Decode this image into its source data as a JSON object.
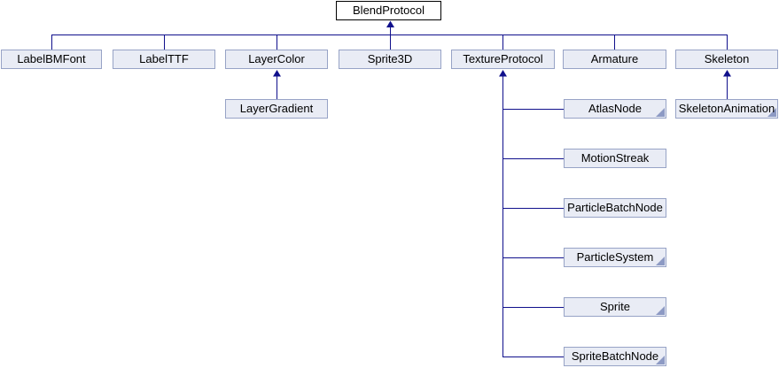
{
  "diagram": {
    "type": "class-inheritance-diagram",
    "nodes": {
      "blendProtocol": {
        "label": "BlendProtocol",
        "is_root": true,
        "has_subclasses_marker": false
      },
      "labelBMFont": {
        "label": "LabelBMFont",
        "is_root": false,
        "has_subclasses_marker": false
      },
      "labelTTF": {
        "label": "LabelTTF",
        "is_root": false,
        "has_subclasses_marker": false
      },
      "layerColor": {
        "label": "LayerColor",
        "is_root": false,
        "has_subclasses_marker": false
      },
      "sprite3D": {
        "label": "Sprite3D",
        "is_root": false,
        "has_subclasses_marker": false
      },
      "textureProtocol": {
        "label": "TextureProtocol",
        "is_root": false,
        "has_subclasses_marker": false
      },
      "armature": {
        "label": "Armature",
        "is_root": false,
        "has_subclasses_marker": false
      },
      "skeleton": {
        "label": "Skeleton",
        "is_root": false,
        "has_subclasses_marker": false
      },
      "layerGradient": {
        "label": "LayerGradient",
        "is_root": false,
        "has_subclasses_marker": false
      },
      "atlasNode": {
        "label": "AtlasNode",
        "is_root": false,
        "has_subclasses_marker": true
      },
      "skeletonAnimation": {
        "label": "SkeletonAnimation",
        "is_root": false,
        "has_subclasses_marker": true
      },
      "motionStreak": {
        "label": "MotionStreak",
        "is_root": false,
        "has_subclasses_marker": false
      },
      "particleBatchNode": {
        "label": "ParticleBatchNode",
        "is_root": false,
        "has_subclasses_marker": false
      },
      "particleSystem": {
        "label": "ParticleSystem",
        "is_root": false,
        "has_subclasses_marker": true
      },
      "sprite": {
        "label": "Sprite",
        "is_root": false,
        "has_subclasses_marker": true
      },
      "spriteBatchNode": {
        "label": "SpriteBatchNode",
        "is_root": false,
        "has_subclasses_marker": true
      }
    },
    "hierarchy": {
      "BlendProtocol": [
        "LabelBMFont",
        "LabelTTF",
        "LayerColor",
        "Sprite3D",
        "TextureProtocol",
        "Armature",
        "Skeleton"
      ],
      "LayerColor": [
        "LayerGradient"
      ],
      "TextureProtocol": [
        "AtlasNode",
        "MotionStreak",
        "ParticleBatchNode",
        "ParticleSystem",
        "Sprite",
        "SpriteBatchNode"
      ],
      "Skeleton": [
        "SkeletonAnimation"
      ]
    },
    "colors": {
      "background": "#ffffff",
      "node_fill": "#e9ecf5",
      "node_border": "#97a3c6",
      "root_fill": "#ffffff",
      "root_border": "#000000",
      "line": "#10108c",
      "fold": "#8d9ac4",
      "text": "#000000"
    }
  }
}
